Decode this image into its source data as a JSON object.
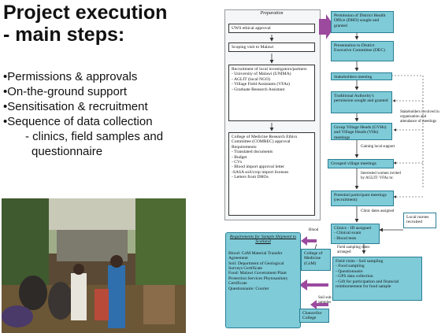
{
  "title": {
    "line1": "Project execution",
    "line2": "- main steps:"
  },
  "bullets": [
    "•Permissions & approvals",
    "•On-the-ground support",
    "•Sensitisation & recruitment",
    "•Sequence of data collection",
    "- clinics, field samples and",
    "questionnaire"
  ],
  "flow": {
    "preparation": "Preparation",
    "uws_approval": "UWS ethical approval",
    "scoping_visit": "Scoping visit to Malawi",
    "recruitment_partners": "Recruitment of local investigators/partners\n- University of Malawi (UNIMA)\n- AGLIT (local NGO)\n- Village Field Assistants (VFAs)\n- Graduate Research Assistant",
    "comrec": "College of Medicine Research Ethics Committee (COMREC) approval\nRequirements:\n- Translated documents\n- Budget\n- CVs\n- Blood import approval letter\n-SASA soil/crop import licenses\n- Letters from DHOs",
    "sample_shipment_title": "Requirements for Sample Shipment to Scotland",
    "sample_shipment_blood": "Blood: CoM Material Transfer Agreement",
    "sample_shipment_soil": "Soil: Department of Geological Surveys Certificate",
    "sample_shipment_food": "Food: Malawi Government Plant Protection Services Phytosanitary Certificate",
    "sample_shipment_questionnaire": "Questionnaire: Courier",
    "dho": "Permission of District Health Office (DHO) sought and granted",
    "dec": "Presentation to District Executive Committee (DEC)",
    "stakeholders_meeting": "Stakeholders meeting",
    "ta_permission": "Traditional Authority's permission sought and granted",
    "gvh_meetings": "Group Village Heads (GVHs) and Village Heads (VHs) meetings",
    "grouped_meetings": "Grouped village meetings",
    "participant_meetings": "Potential participant meetings (recruitment)",
    "clinics": "Clinics - ID assigned\n- Clinical exam\n- Blood tests",
    "college_medicine": "College of Medicine (CoM)",
    "field_visits": "Field visits - Soil sampling\n- Food sampling\n- Questionnaire\n- GPS data collection\n- Gift for participation and financial reimbursement for food sample",
    "chancellor_college": "Chancellor College",
    "local_nurses": "Local nurses recruited",
    "note_stakeholders": "Stakeholders involved in organisation and attendance of meetings",
    "note_local_support": "Gaining local support",
    "note_interested": "Interested women invited by AGLIT/ VFAs to:",
    "note_clinic_dates": "Clinic dates assigned",
    "note_field_dates": "Field sampling dates arranged",
    "note_blood": "Blood",
    "note_soil": "Soil sub-samples"
  },
  "colors": {
    "box_fill": "#7fcbd8",
    "box_border": "#2a7f95",
    "arrow_purple": "#9b4a9e"
  }
}
